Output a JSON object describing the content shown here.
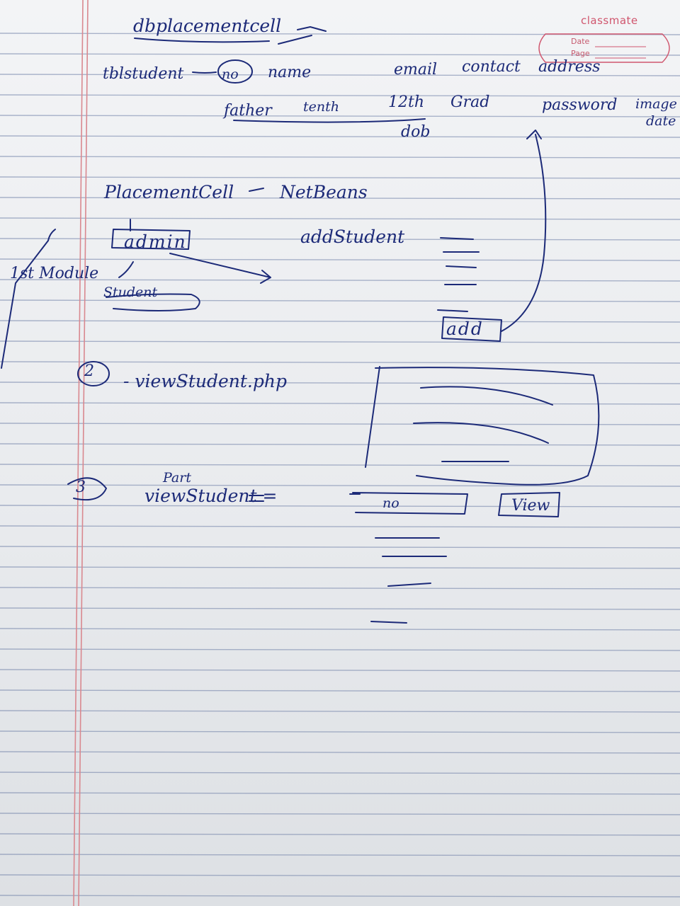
{
  "brand": {
    "name": "classmate",
    "date_label": "Date",
    "page_label": "Page"
  },
  "notes": {
    "db_title": "dbplacementcell",
    "tbl_student": "tblstudent",
    "col_no": "no",
    "col_name": "name",
    "col_email": "email",
    "col_contact": "contact",
    "col_address": "address",
    "col_father": "father",
    "col_tenth": "tenth",
    "col_twelfth": "12th",
    "col_grad": "Grad",
    "col_dob": "dob",
    "col_password": "password",
    "col_image": "image",
    "col_date": "date",
    "project_title": "PlacementCell",
    "project_tech": "NetBeans",
    "admin_label": "admin",
    "module_label": "1st Module",
    "student_label": "Student",
    "add_student": "addStudent",
    "add_button": "add",
    "item2_number": "2",
    "item2_text": "- viewStudent.php",
    "item3_number": "3",
    "item3_note": "Part",
    "item3_text": "viewStudent =",
    "no_col": "no",
    "view_button": "View"
  }
}
